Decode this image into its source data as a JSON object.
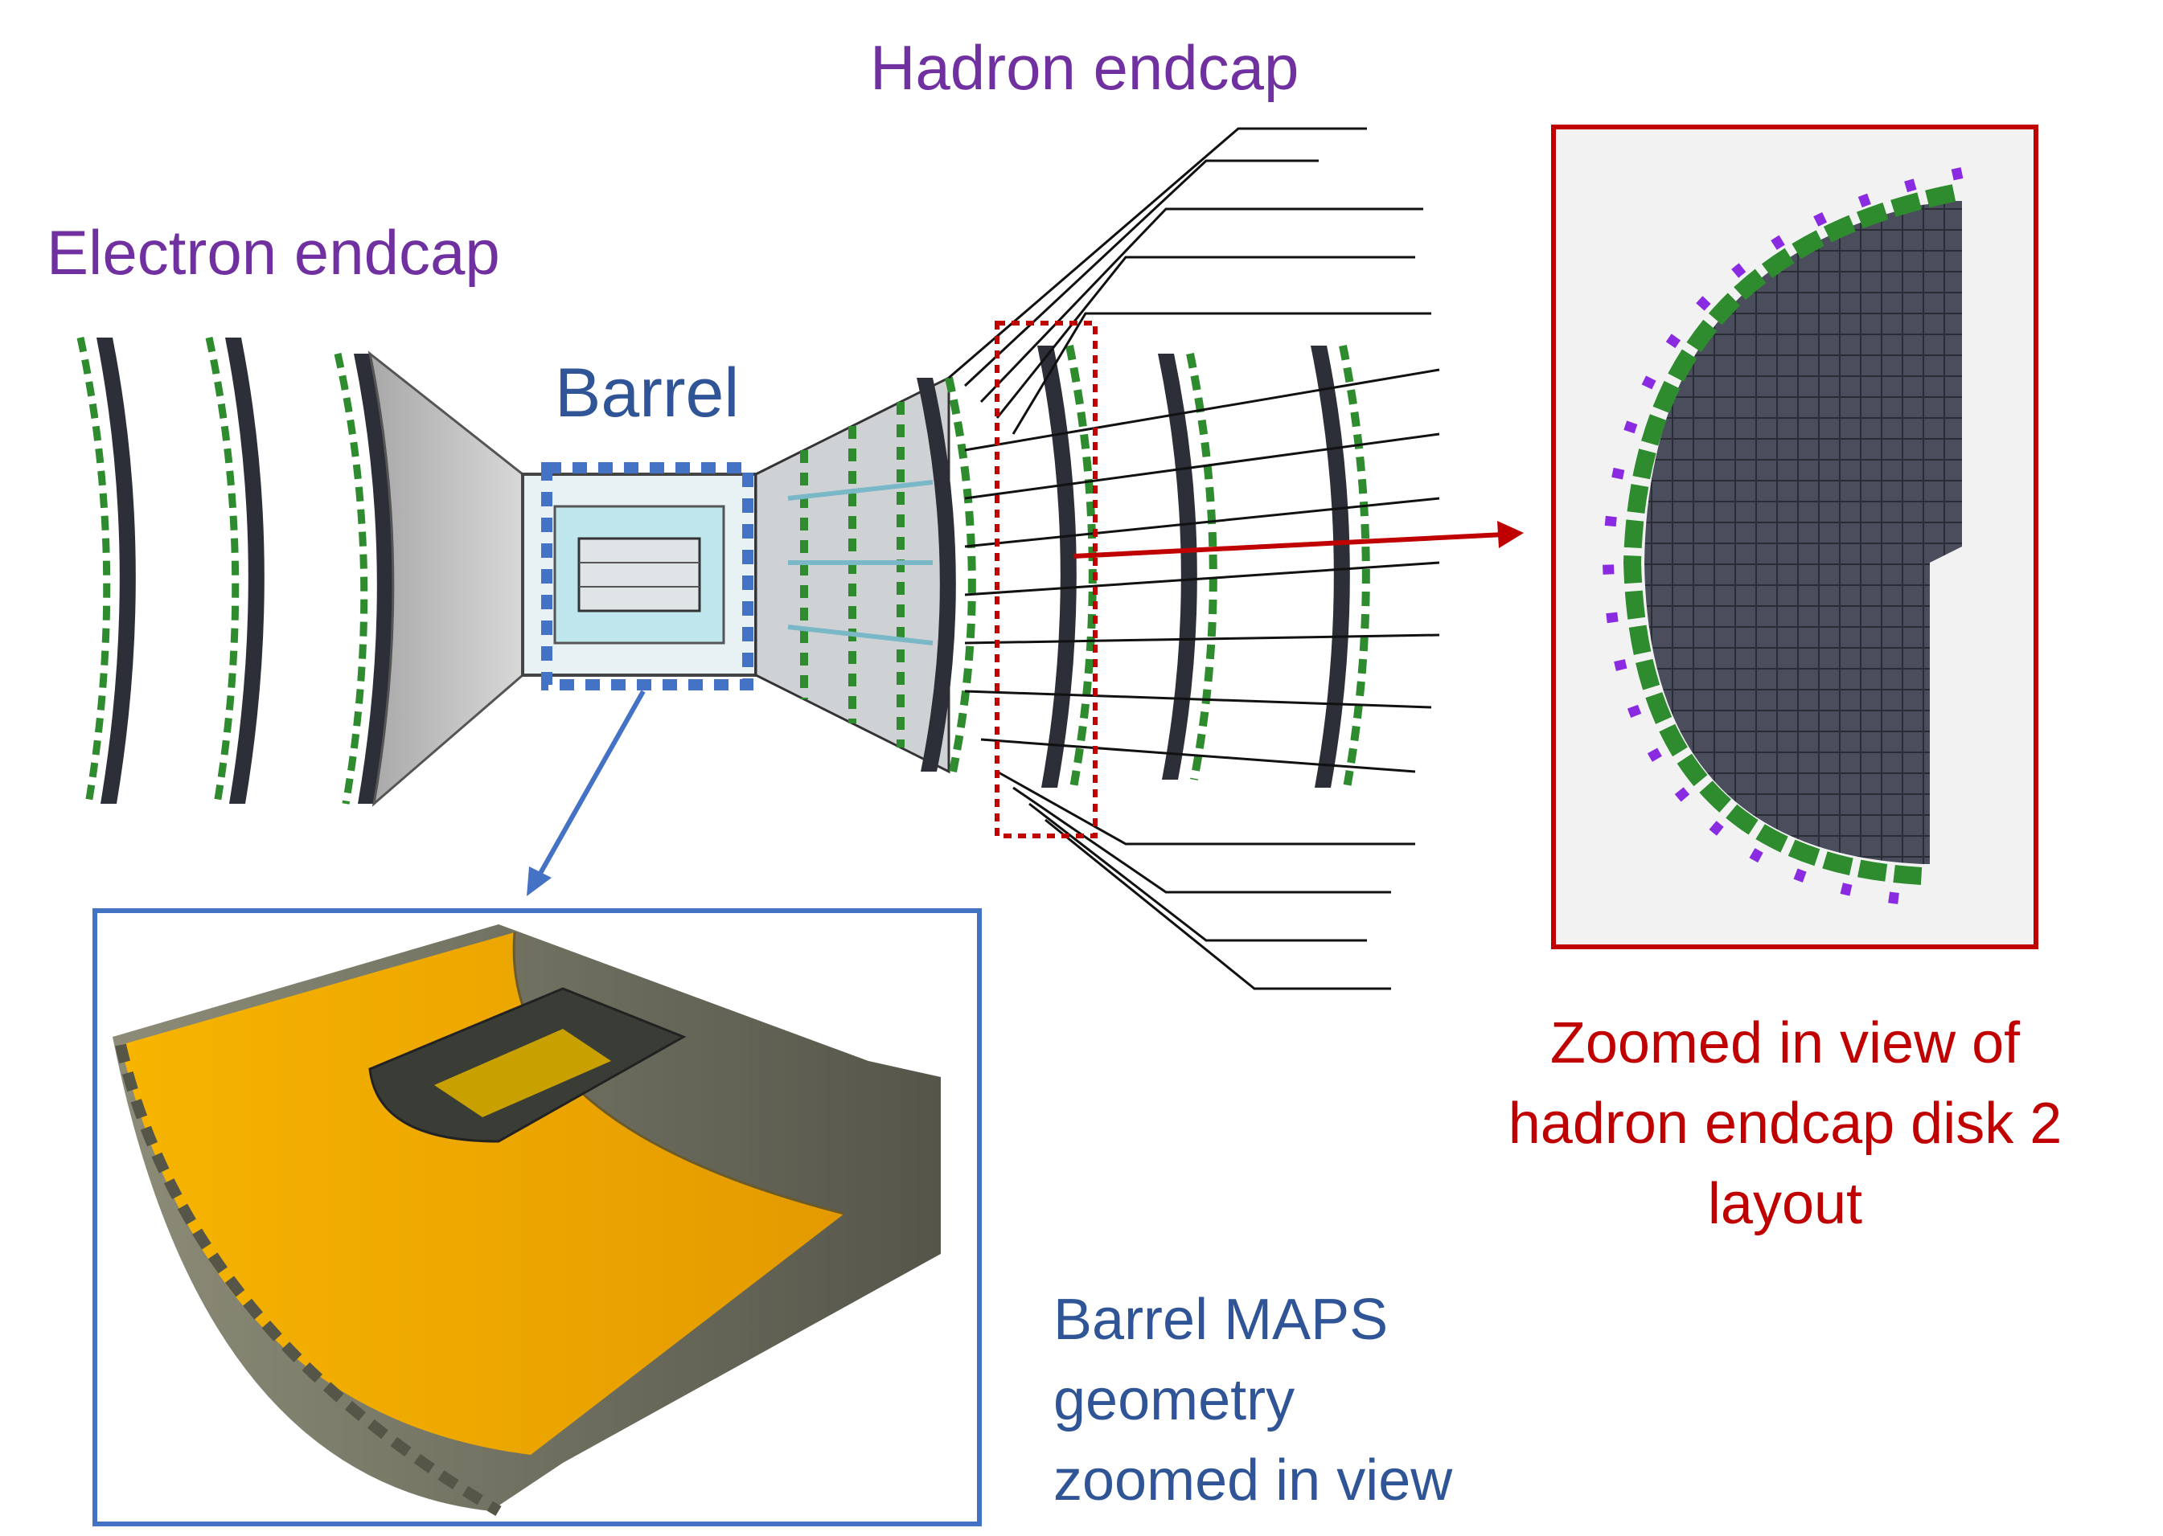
{
  "labels": {
    "electron_endcap": "Electron endcap",
    "hadron_endcap": "Hadron endcap",
    "barrel": "Barrel",
    "barrel_zoom_caption": [
      "Barrel MAPS",
      "geometry",
      "zoomed in view"
    ],
    "endcap_zoom_caption": [
      "Zoomed in view of",
      "hadron endcap disk 2",
      "layout"
    ]
  },
  "colors": {
    "label_purple": "#7030a0",
    "barrel_blue": "#4472c4",
    "caption_blue": "#2f5597",
    "zoom_red": "#c00000",
    "sensor_dark": "#3a3d4a",
    "service_green": "#2e8b2e",
    "connector_purple": "#8a2be2",
    "maps_orange": "#f5a800",
    "frame_gray": "#5a5a4a"
  }
}
